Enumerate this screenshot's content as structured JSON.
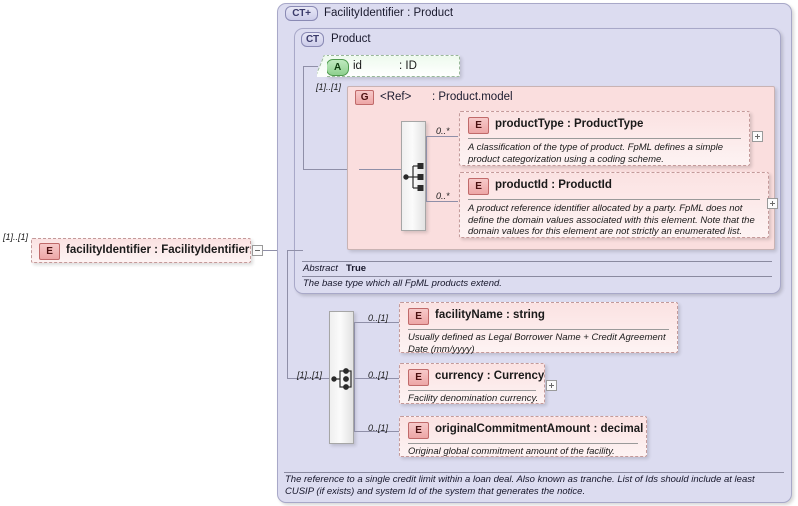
{
  "diagram": {
    "kind": "xml-schema-diagram",
    "root_element": {
      "icon": "E",
      "label": "facilityIdentifier : FacilityIdentifier",
      "cardinality": "[1]..[1]",
      "toggle": "minus"
    },
    "complex_type": {
      "icon": "CT+",
      "title": "FacilityIdentifier : Product",
      "base": {
        "icon": "CT",
        "title": "Product",
        "attribute": {
          "icon": "A",
          "name": "id",
          "type": ": ID"
        },
        "group": {
          "icon": "G",
          "name": "<Ref>",
          "type": ": Product.model",
          "cardinality": "[1]..[1]",
          "compositor": "choice",
          "children": [
            {
              "icon": "E",
              "title": "productType : ProductType",
              "cardinality": "0..*",
              "doc": "A classification of the type of product. FpML defines a simple product categorization using a coding scheme.",
              "toggle": "plus"
            },
            {
              "icon": "E",
              "title": "productId : ProductId",
              "cardinality": "0..*",
              "doc": "A product reference identifier allocated by a party. FpML does not define the domain values associated with this element. Note that the domain values for this element are not strictly an enumerated list.",
              "toggle": "plus"
            }
          ]
        },
        "footer": {
          "abstract_label": "Abstract",
          "abstract_value": "True",
          "doc": "The base type which all FpML products extend."
        }
      },
      "sequence": {
        "cardinality": "[1]..[1]",
        "compositor": "sequence",
        "children": [
          {
            "icon": "E",
            "title": "facilityName : string",
            "cardinality": "0..[1]",
            "doc": "Usually defined as Legal Borrower Name + Credit Agreement Date (mm/yyyy)",
            "toggle": "none"
          },
          {
            "icon": "E",
            "title": "currency : Currency",
            "cardinality": "0..[1]",
            "doc": "Facility denomination currency.",
            "toggle": "plus"
          },
          {
            "icon": "E",
            "title": "originalCommitmentAmount : decimal",
            "cardinality": "0..[1]",
            "doc": "Original global commitment amount of the facility.",
            "toggle": "none"
          }
        ]
      },
      "footer_doc": "The reference to a single credit limit within a loan deal. Also known as tranche. List of Ids should include at least CUSIP (if exists) and system Id of the system that generates the notice."
    },
    "colors": {
      "container_fill": "#dcdcf0",
      "container_border": "#a8a8c8",
      "element_fill": "#fbe2e2",
      "element_border": "#c49a9a",
      "group_fill": "#fadede",
      "attribute_fill": "#eefaee",
      "attribute_border": "#9ab89a",
      "line": "#8f8fa8"
    }
  }
}
